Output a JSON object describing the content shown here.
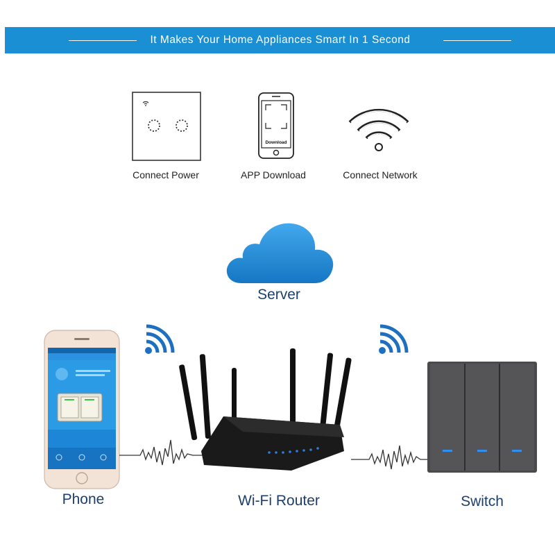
{
  "banner": {
    "title": "It Makes Your Home Appliances Smart In 1 Second"
  },
  "steps": [
    {
      "label": "Connect Power",
      "icon": "touch-switch-icon"
    },
    {
      "label": "APP Download",
      "icon": "smartphone-download-icon",
      "screen_text": "Download"
    },
    {
      "label": "Connect Network",
      "icon": "wifi-icon"
    }
  ],
  "server": {
    "label": "Server"
  },
  "devices": {
    "phone": {
      "label": "Phone"
    },
    "router": {
      "label": "Wi-Fi Router"
    },
    "switch": {
      "label": "Switch"
    }
  },
  "colors": {
    "banner": "#1a8fd4",
    "cloud": "#1f8fd8",
    "wifi_signal": "#1f6fc0",
    "switch_body": "#4a4a4c"
  }
}
